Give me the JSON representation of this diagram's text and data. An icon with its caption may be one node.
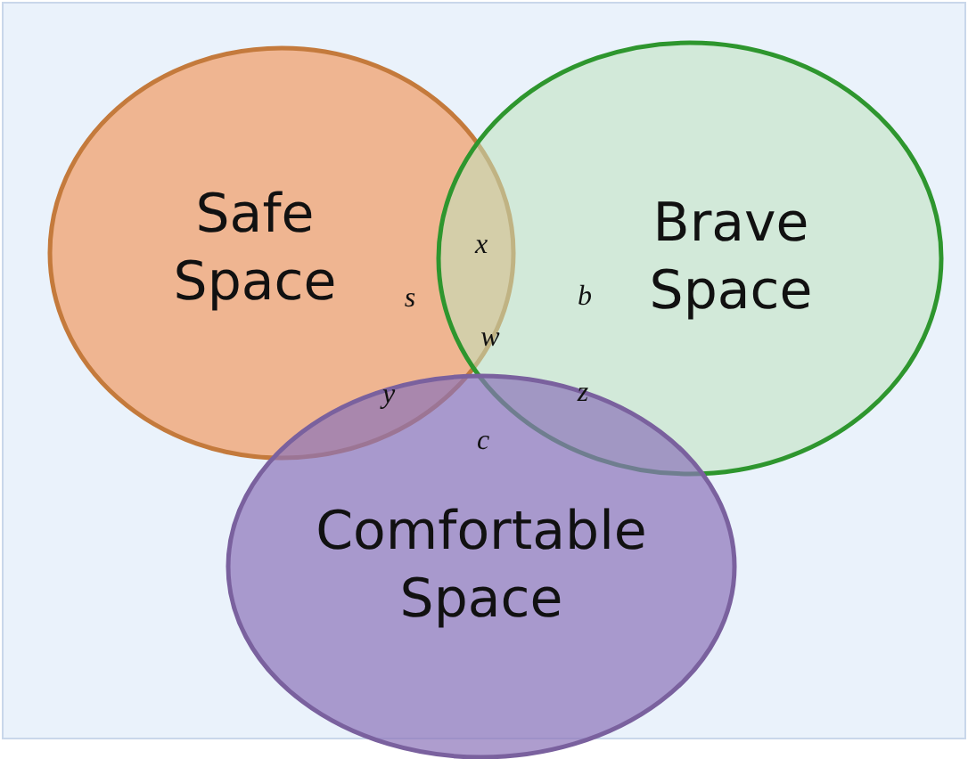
{
  "diagram": {
    "nodes": [
      {
        "text": [
          "Safe Space"
        ]
      },
      {
        "text": [
          "Brave Space"
        ]
      },
      {
        "text": [
          "Comfortable Space"
        ]
      }
    ],
    "labels": [
      "x",
      "s",
      "b",
      "w",
      "y",
      "z",
      "c"
    ]
  }
}
